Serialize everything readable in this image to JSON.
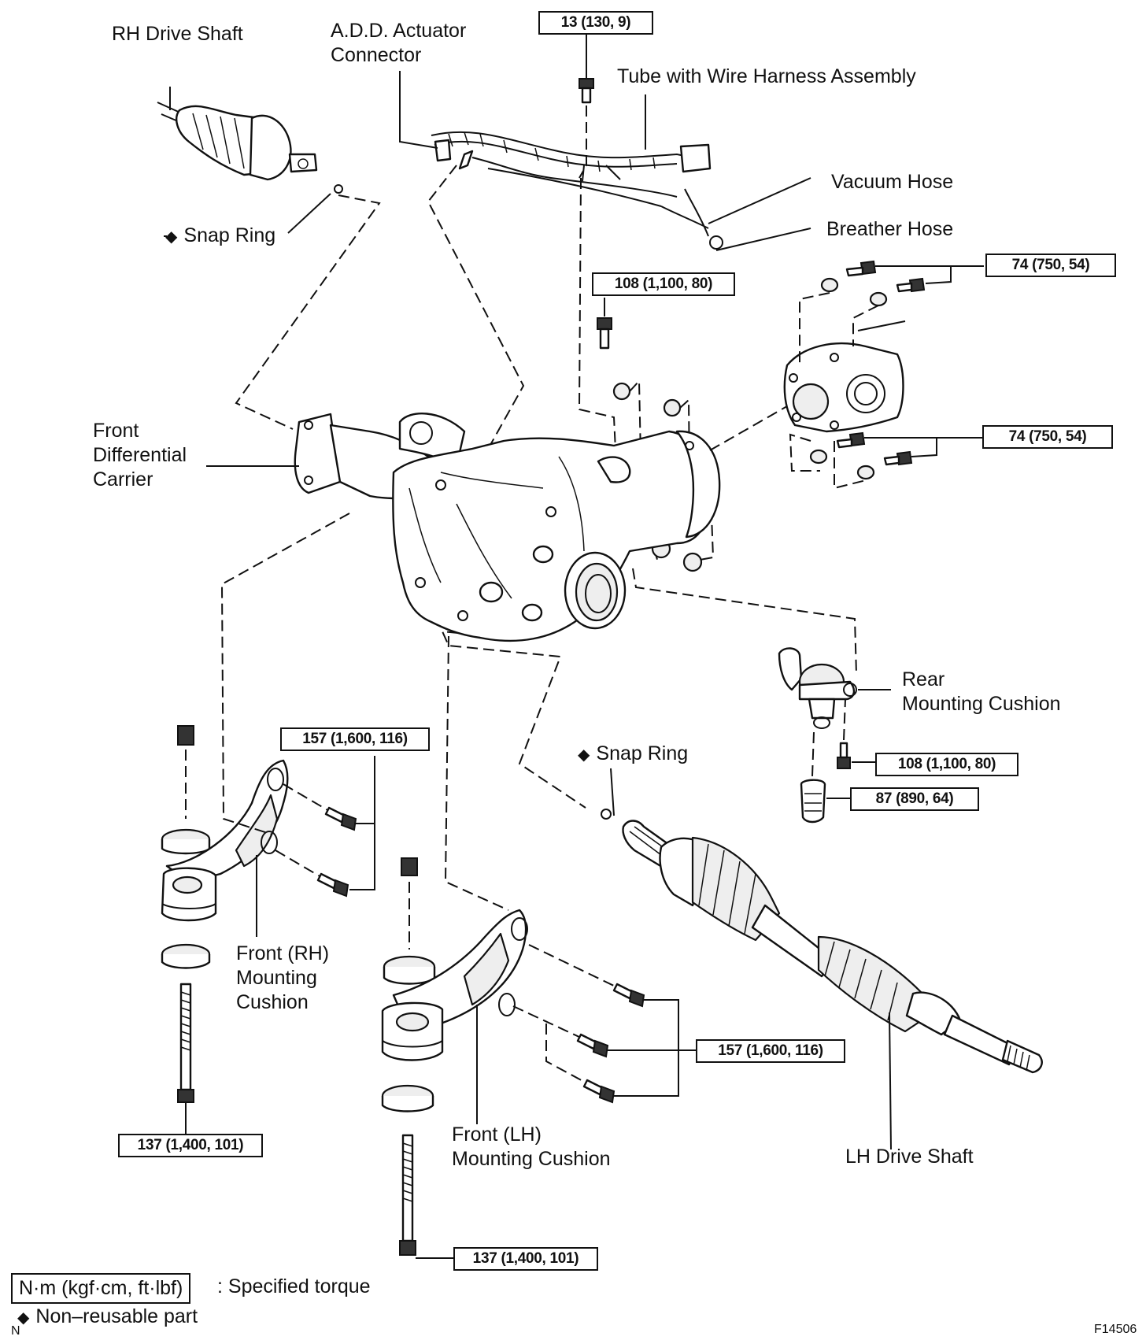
{
  "labels": {
    "rh_drive_shaft": "RH Drive Shaft",
    "add_actuator": "A.D.D.  Actuator\nConnector",
    "tube_harness": "Tube with Wire Harness Assembly",
    "vacuum_hose": "Vacuum Hose",
    "breather_hose": "Breather Hose",
    "snap_ring_top": "Snap Ring",
    "front_diff_carrier": "Front\nDifferential\nCarrier",
    "rear_mounting_cushion": "Rear\nMounting Cushion",
    "snap_ring_mid": "Snap Ring",
    "front_rh_cushion": "Front (RH)\nMounting\nCushion",
    "front_lh_cushion": "Front (LH)\nMounting Cushion",
    "lh_drive_shaft": "LH Drive Shaft"
  },
  "torques": {
    "t_top": "13 (130, 9)",
    "t_108_upper": "108 (1,100, 80)",
    "t_74_upper": "74 (750, 54)",
    "t_74_lower": "74 (750, 54)",
    "t_157_rh": "157 (1,600, 116)",
    "t_108_rear": "108 (1,100, 80)",
    "t_87_rear": "87 (890, 64)",
    "t_157_lh": "157 (1,600, 116)",
    "t_137_rh": "137 (1,400, 101)",
    "t_137_lh": "137 (1,400, 101)"
  },
  "legend": {
    "torque_unit": "N·m (kgf·cm, ft·lbf)",
    "torque_desc": ": Specified torque",
    "nonreusable": "Non–reusable part",
    "marker": "◆"
  },
  "footer": {
    "left_code": "N",
    "figure_id": "F14506"
  }
}
